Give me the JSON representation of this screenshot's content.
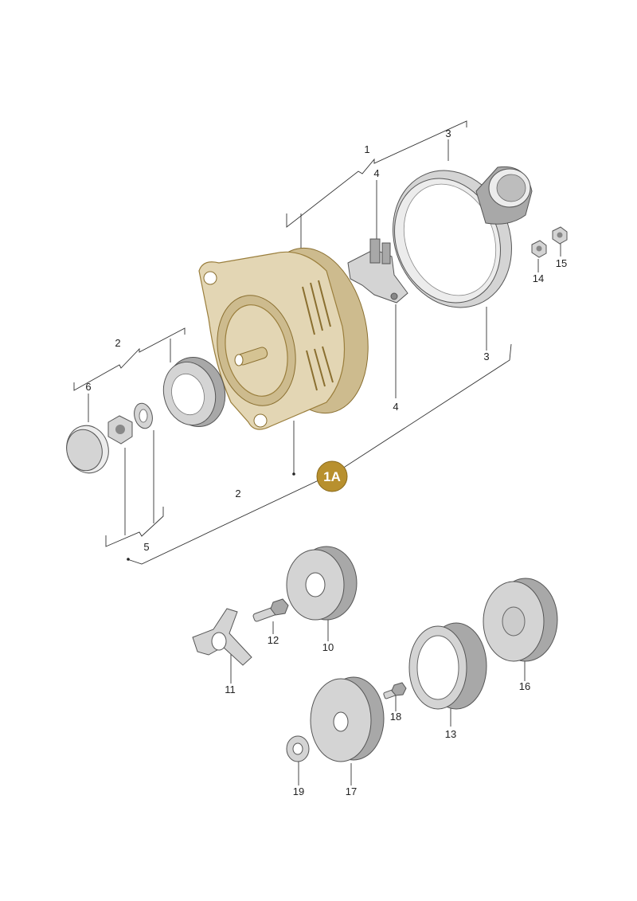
{
  "diagram": {
    "callouts": {
      "c1": "1",
      "c2_top": "2",
      "c2_bottom": "2",
      "c3_top": "3",
      "c3_bottom": "3",
      "c4_top": "4",
      "c4_bottom": "4",
      "c5": "5",
      "c6": "6",
      "c10": "10",
      "c11": "11",
      "c12": "12",
      "c13": "13",
      "c14": "14",
      "c15": "15",
      "c16": "16",
      "c17": "17",
      "c18": "18",
      "c19": "19"
    },
    "badge": {
      "label": "1A",
      "color": "#b8902e"
    },
    "highlight_color": "#e3d6b4",
    "icons": {
      "alternator": "alternator-icon",
      "pulley": "pulley-icon",
      "voltage_regulator": "voltage-regulator-icon",
      "cooling_shroud": "cooling-shroud-icon"
    }
  }
}
